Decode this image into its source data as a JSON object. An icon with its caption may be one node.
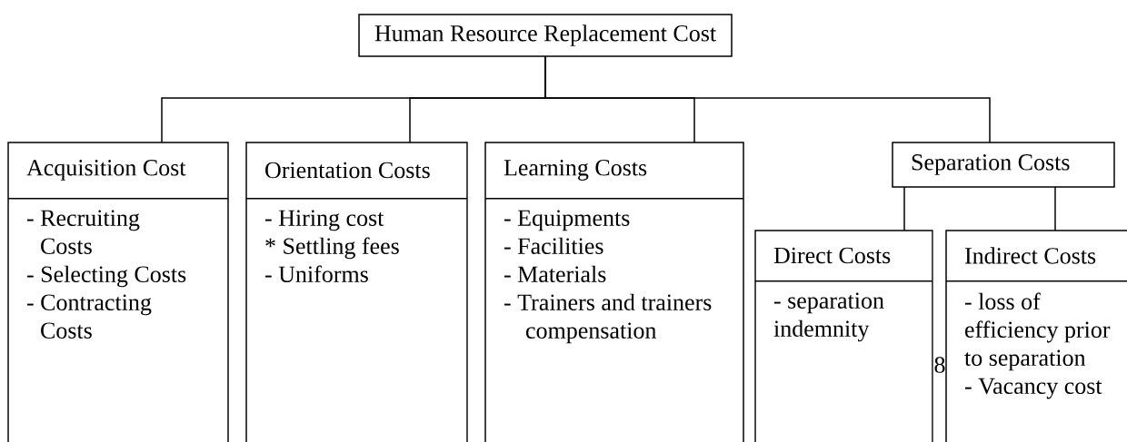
{
  "diagram": {
    "nodes": [
      {
        "text": [
          "Human Resource Replacement Cost"
        ]
      },
      {
        "text": [
          "Acquisition Cost",
          "- Recruiting Costs",
          "- Selecting Costs",
          "- Contracting Costs"
        ]
      },
      {
        "text": [
          "Orientation Costs",
          "- Hiring cost",
          "* Settling fees",
          "- Uniforms"
        ]
      },
      {
        "text": [
          "Learning Costs",
          "- Equipments",
          "- Facilities",
          "- Materials",
          "- Trainers and trainers compensation"
        ]
      },
      {
        "text": [
          "Separation Costs"
        ]
      },
      {
        "text": [
          "Direct Costs",
          "- separation indemnity"
        ]
      },
      {
        "text": [
          "Indirect Costs",
          "- loss of efficiency prior to separation",
          "- Vacancy cost"
        ]
      }
    ],
    "edges": [
      {
        "from": 0,
        "to": 1,
        "arrow": "none"
      },
      {
        "from": 0,
        "to": 2,
        "arrow": "none"
      },
      {
        "from": 0,
        "to": 3,
        "arrow": "none"
      },
      {
        "from": 0,
        "to": 4,
        "arrow": "none"
      },
      {
        "from": 4,
        "to": 5,
        "arrow": "none"
      },
      {
        "from": 4,
        "to": 6,
        "arrow": "none"
      }
    ],
    "labels": [
      "8"
    ]
  }
}
